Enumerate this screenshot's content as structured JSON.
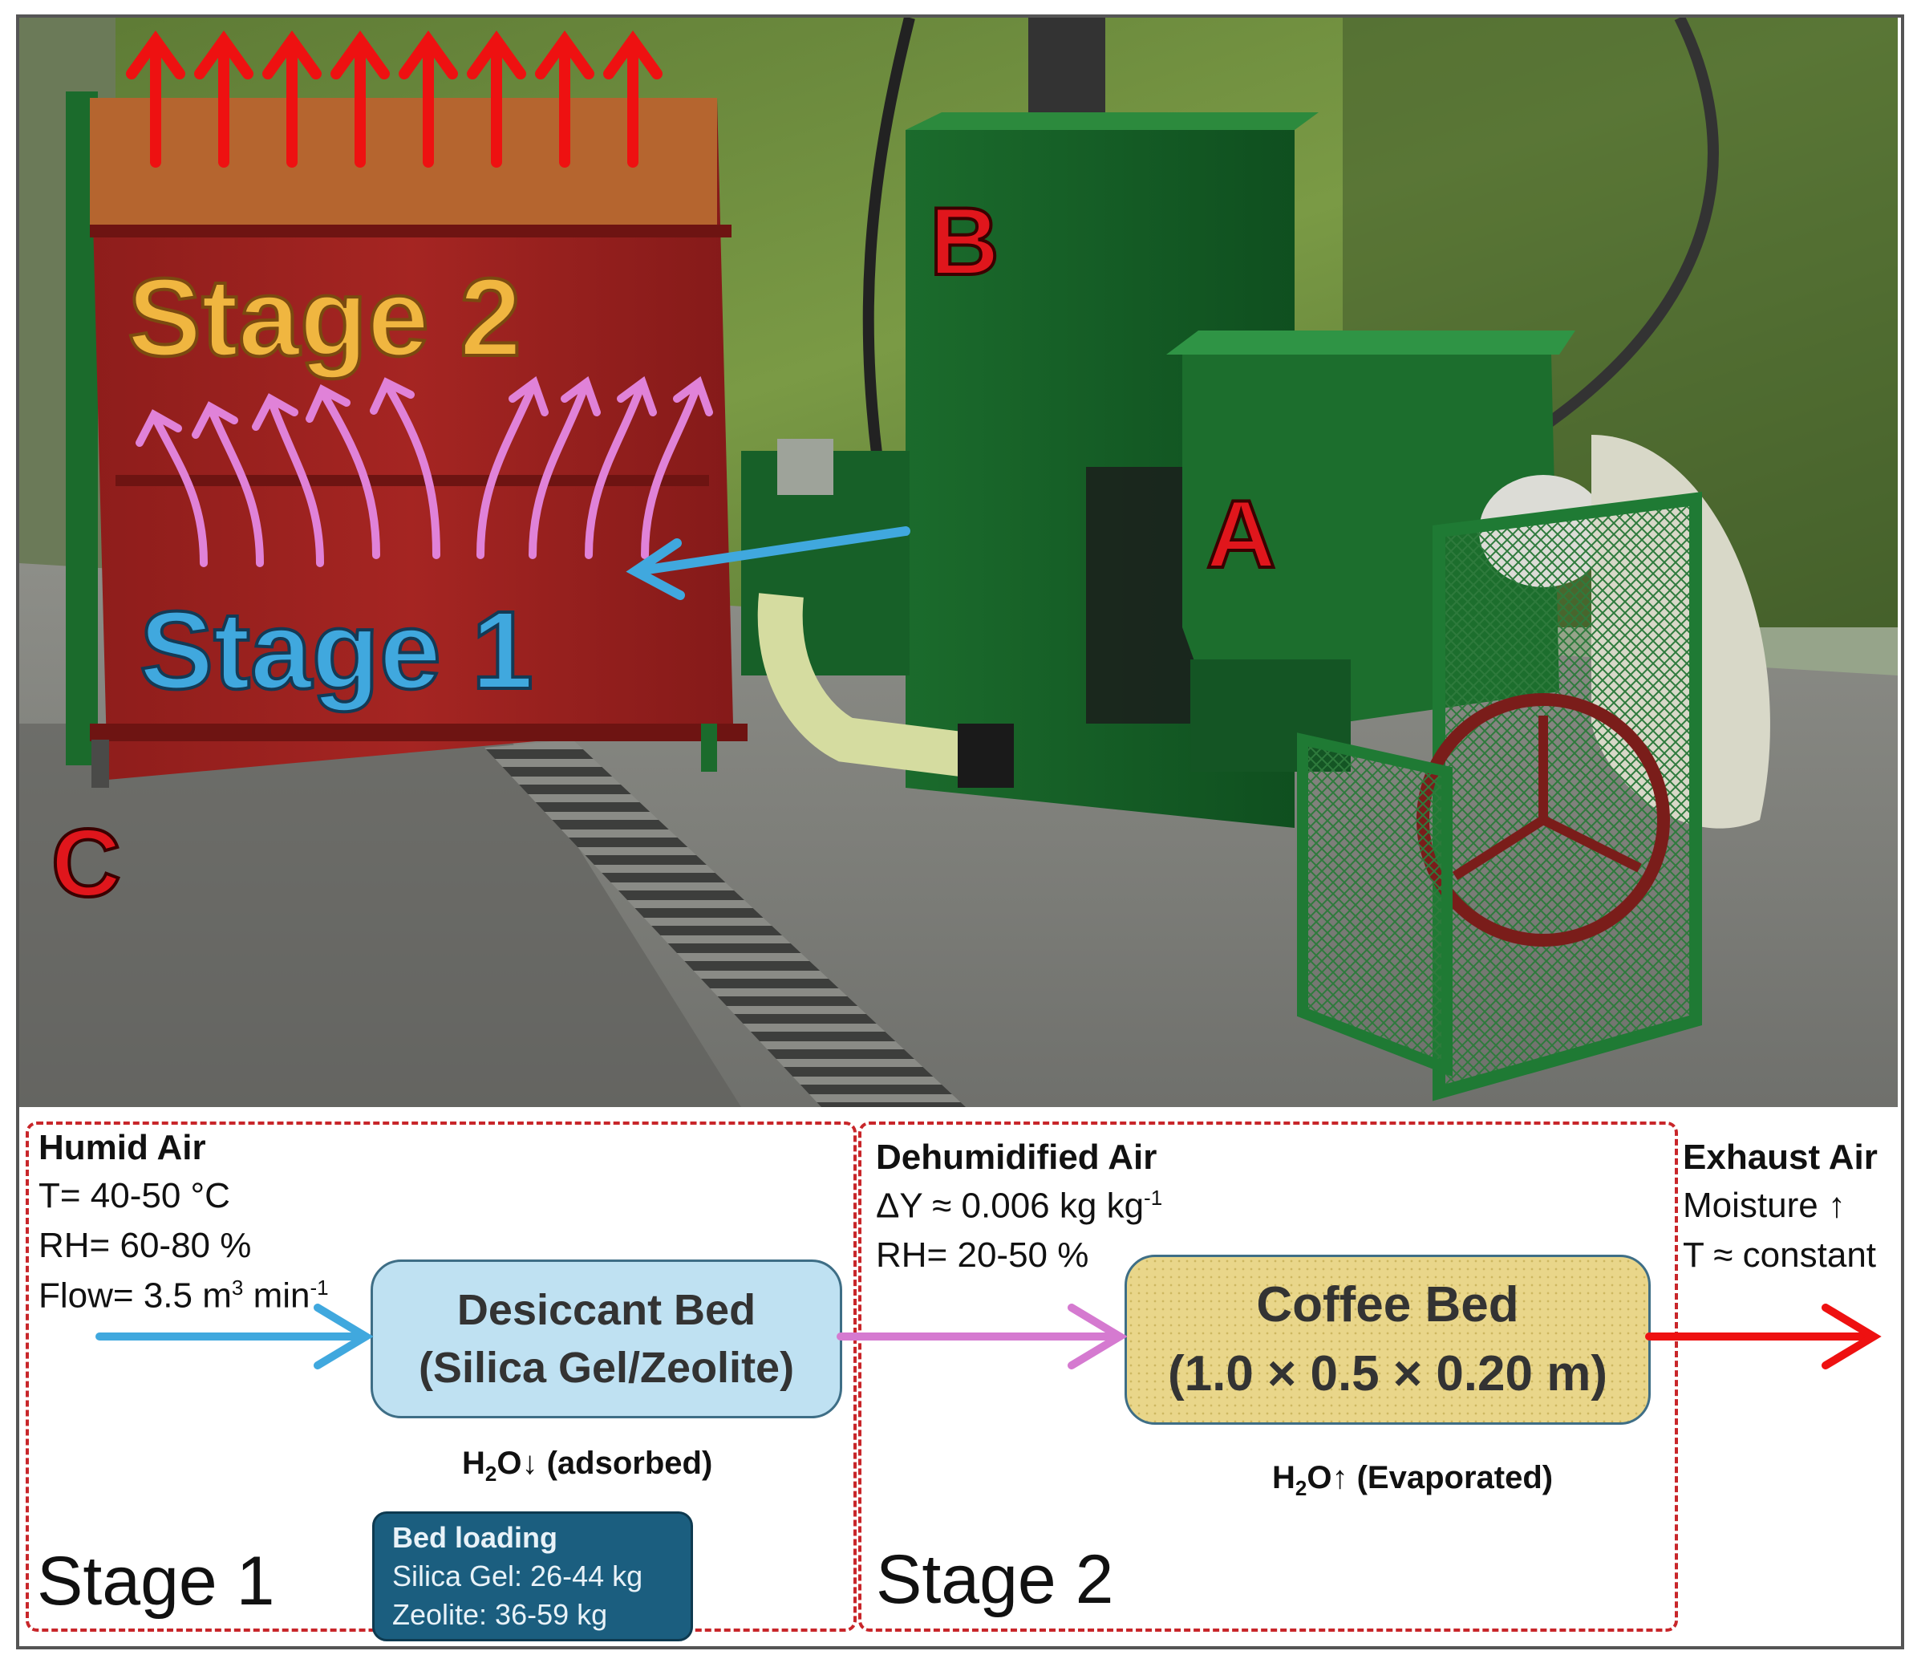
{
  "photo": {
    "labels": {
      "a": "A",
      "b": "B",
      "c": "C"
    },
    "stage1_label": "Stage 1",
    "stage2_label": "Stage 2",
    "colors": {
      "stage1": "#40a8de",
      "stage2": "#f0b640",
      "marker": "#e0161c",
      "flow_up": "#e082d8",
      "exhaust": "#ee1111"
    }
  },
  "panel1": {
    "humid_air": {
      "title": "Humid Air",
      "temperature": "T= 40-50 °C",
      "rh": "RH= 60-80 %",
      "flow_prefix": "Flow= 3.5 m",
      "flow_sup": "3",
      "flow_mid": " min",
      "flow_sup2": "-1"
    },
    "desiccant_bed": {
      "line1": "Desiccant Bed",
      "line2": "(Silica Gel/Zeolite)"
    },
    "adsorbed": {
      "h": "H",
      "sub": "2",
      "rest": "O↓ (adsorbed)"
    },
    "bed_loading": {
      "title": "Bed loading",
      "silica": "Silica Gel: 26-44 kg",
      "zeolite": "Zeolite: 36-59 kg"
    },
    "stage_label": "Stage 1"
  },
  "panel2": {
    "dehumidified_air": {
      "title": "Dehumidified Air",
      "dy_prefix": "ΔY ≈ 0.006 kg kg",
      "dy_sup": "-1",
      "rh": "RH= 20-50 %"
    },
    "coffee_bed": {
      "line1": "Coffee Bed",
      "line2": "(1.0 × 0.5 × 0.20 m)"
    },
    "evaporated": {
      "h": "H",
      "sub": "2",
      "rest": "O↑ (Evaporated)"
    },
    "stage_label": "Stage 2"
  },
  "exhaust": {
    "title": "Exhaust Air",
    "moisture": "Moisture ↑",
    "temperature": "T ≈ constant"
  }
}
